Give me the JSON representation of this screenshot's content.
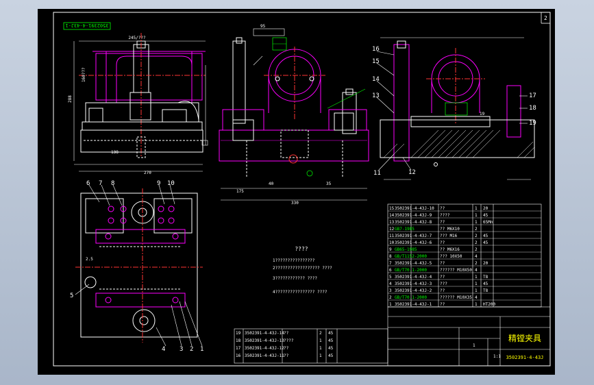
{
  "stamp_code": "3502391-4-43J-1",
  "sheet_no": "2",
  "part_numbers": [
    "1",
    "2",
    "3",
    "4",
    "5",
    "6",
    "7",
    "8",
    "9",
    "10",
    "11",
    "12",
    "13",
    "14",
    "15",
    "16",
    "17",
    "18",
    "19"
  ],
  "dims": {
    "d245": "245/???",
    "d160": "160???",
    "d288": "288",
    "d138": "138",
    "d270": "270",
    "d95": "95",
    "d40": "40",
    "d35": "35",
    "d330": "330",
    "d175": "175",
    "d19": "19",
    "d2p5": "2.5",
    "d19b": "19"
  },
  "notes": {
    "title": "????",
    "lines": [
      "1????????????????",
      "2?????????????????? ????",
      "3???????????? ????",
      "4???????????????? ????"
    ]
  },
  "bom": {
    "rows": [
      {
        "no": "15",
        "code": "3502391-4-43J-10",
        "name": "??",
        "qty": "1",
        "mat": "20"
      },
      {
        "no": "14",
        "code": "3502391-4-43J-9",
        "name": "????",
        "qty": "1",
        "mat": "45"
      },
      {
        "no": "13",
        "code": "3502391-4-43J-8",
        "name": "??",
        "qty": "1",
        "mat": "65Mn"
      },
      {
        "no": "12",
        "code": "GB7-1985",
        "name": "?? M6X10",
        "qty": "2",
        "mat": ""
      },
      {
        "no": "11",
        "code": "3502391-4-43J-7",
        "name": "??? M16",
        "qty": "2",
        "mat": "45"
      },
      {
        "no": "10",
        "code": "3502391-4-43J-6",
        "name": "??",
        "qty": "2",
        "mat": "45"
      },
      {
        "no": "9",
        "code": "GB65-1985",
        "name": "?? M6X16",
        "qty": "2",
        "mat": ""
      },
      {
        "no": "8",
        "code": "GB/T1152-2000",
        "name": "??? 10X50",
        "qty": "4",
        "mat": ""
      },
      {
        "no": "7",
        "code": "3502391-4-43J-5",
        "name": "??",
        "qty": "2",
        "mat": "20"
      },
      {
        "no": "6",
        "code": "GB/T70.1-2000",
        "name": "?????? M10X50",
        "qty": "4",
        "mat": ""
      },
      {
        "no": "5",
        "code": "3502391-4-43J-4",
        "name": "??",
        "qty": "1",
        "mat": "T8"
      },
      {
        "no": "4",
        "code": "3502391-4-43J-3",
        "name": "???",
        "qty": "1",
        "mat": "45"
      },
      {
        "no": "3",
        "code": "3502391-4-43J-2",
        "name": "??",
        "qty": "1",
        "mat": "T8"
      },
      {
        "no": "2",
        "code": "GB/T70.1-2000",
        "name": "?????? M10X35",
        "qty": "4",
        "mat": ""
      },
      {
        "no": "1",
        "code": "3502391-4-43J-1",
        "name": "??",
        "qty": "1",
        "mat": "HT200"
      }
    ],
    "bottom_rows": [
      {
        "no": "19",
        "code": "3502391-4-43J-14",
        "name": "??",
        "qty": "2",
        "mat": "45"
      },
      {
        "no": "18",
        "code": "3502391-4-43J-13",
        "name": "????",
        "qty": "1",
        "mat": "45"
      },
      {
        "no": "17",
        "code": "3502391-4-43J-12",
        "name": "??",
        "qty": "1",
        "mat": "45"
      },
      {
        "no": "16",
        "code": "3502391-4-43J-11",
        "name": "??",
        "qty": "1",
        "mat": "45"
      }
    ],
    "header": [
      "?",
      "?",
      "?",
      "?",
      "?",
      "?"
    ]
  },
  "title_block": {
    "title": "精镗夹具",
    "drawing_no": "3502391-4-43J",
    "scale": "1:1",
    "sheet": "1"
  },
  "colors": {
    "background": "#000000",
    "frame": "#ffffff",
    "part": "#ff00ff",
    "center": "#ff3030",
    "text": "#ffffff",
    "accent": "#ffff00",
    "green": "#00ff40",
    "cyan": "#00ffff"
  }
}
